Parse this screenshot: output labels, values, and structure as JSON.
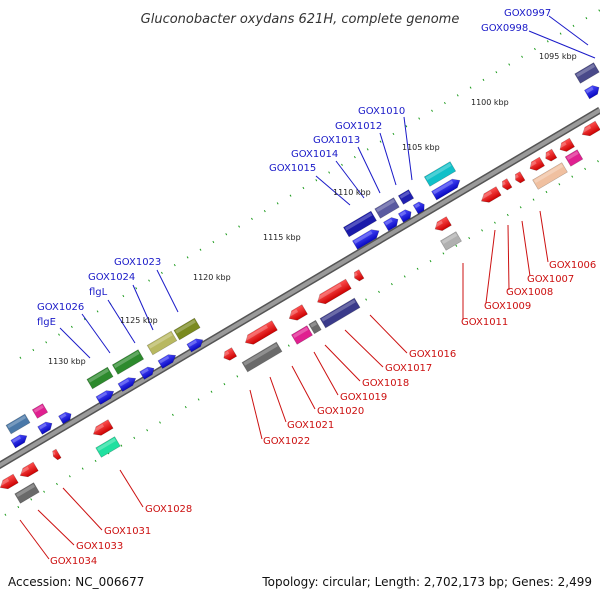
{
  "title": "Gluconobacter oxydans 621H, complete genome",
  "kbp_labels": [
    "1095 kbp",
    "1100 kbp",
    "1105 kbp",
    "1110 kbp",
    "1115 kbp",
    "1120 kbp",
    "1125 kbp",
    "1130 kbp"
  ],
  "blue_labels": [
    "GOX0997",
    "GOX0998",
    "GOX1010",
    "GOX1012",
    "GOX1013",
    "GOX1014",
    "GOX1015",
    "GOX1023",
    "GOX1024",
    "flgL",
    "GOX1026",
    "flgE"
  ],
  "red_labels": [
    "GOX1006",
    "GOX1007",
    "GOX1008",
    "GOX1009",
    "GOX1011",
    "GOX1016",
    "GOX1017",
    "GOX1018",
    "GOX1019",
    "GOX1020",
    "GOX1021",
    "GOX1022",
    "GOX1028",
    "GOX1031",
    "GOX1033",
    "GOX1034"
  ],
  "footer": {
    "accession": "Accession: NC_006677",
    "topology": "Topology: circular; Length: 2,702,173 bp; Genes: 2,499"
  },
  "colors": {
    "backbone": "#7a7a7a",
    "forward_gene": "#1010e0",
    "reverse_gene": "#ee1010",
    "label_forward": "#1a1ac8",
    "label_reverse": "#cc1010",
    "tick_minor": "#1a9a1a"
  }
}
